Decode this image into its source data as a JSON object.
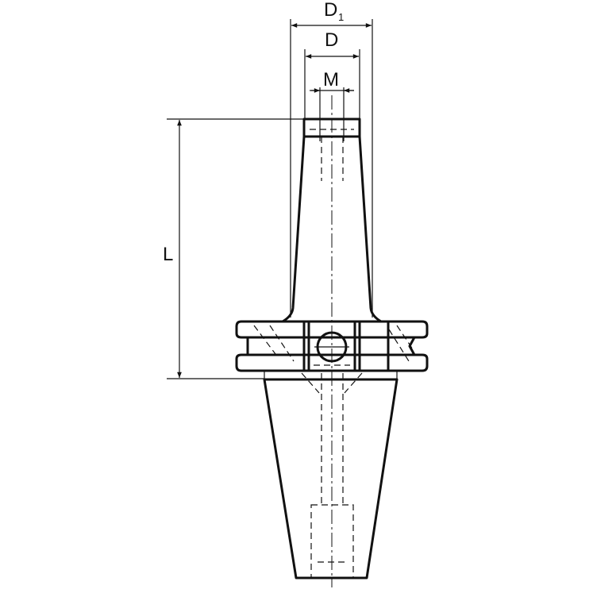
{
  "drawing": {
    "dimensions": {
      "d1": {
        "main": "D",
        "sub": "1"
      },
      "d": "D",
      "m": "M",
      "l": "L"
    },
    "line_color": "#111111",
    "background": "#ffffff"
  }
}
